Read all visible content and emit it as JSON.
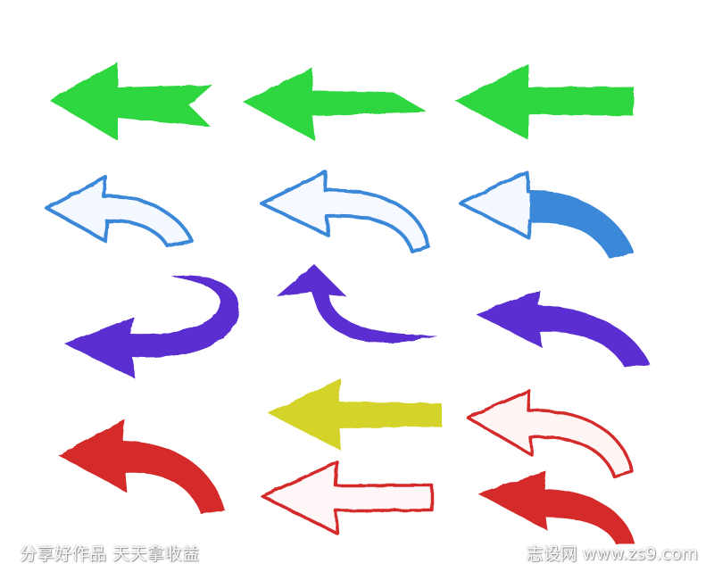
{
  "colors": {
    "green": "#2ed640",
    "blue": "#3a88d8",
    "purple": "#5a2fd0",
    "yellow": "#d3d329",
    "red": "#d42b2b",
    "background": "#ffffff"
  },
  "arrows": [
    {
      "name": "green-arrow-notched",
      "color": "green",
      "style": "filled-straight"
    },
    {
      "name": "green-arrow-brush",
      "color": "green",
      "style": "filled-straight"
    },
    {
      "name": "green-arrow-plain",
      "color": "green",
      "style": "filled-straight"
    },
    {
      "name": "blue-outline-curved-1",
      "color": "blue",
      "style": "outline-curved"
    },
    {
      "name": "blue-outline-curved-2",
      "color": "blue",
      "style": "outline-curved"
    },
    {
      "name": "blue-outline-curved-3",
      "color": "blue",
      "style": "outline-curved"
    },
    {
      "name": "purple-hook-arrow",
      "color": "purple",
      "style": "filled-curved"
    },
    {
      "name": "purple-up-curve-arrow",
      "color": "purple",
      "style": "filled-curved"
    },
    {
      "name": "purple-curved-arrow",
      "color": "purple",
      "style": "filled-curved"
    },
    {
      "name": "yellow-arrow",
      "color": "yellow",
      "style": "filled-straight"
    },
    {
      "name": "red-outline-curved",
      "color": "red",
      "style": "outline-curved"
    },
    {
      "name": "red-curved-arrow-left",
      "color": "red",
      "style": "filled-curved"
    },
    {
      "name": "red-outline-straight",
      "color": "red",
      "style": "outline-straight"
    },
    {
      "name": "red-curved-arrow-right",
      "color": "red",
      "style": "filled-curved"
    }
  ],
  "watermark": {
    "left_text": "分享好作品 天天拿收益",
    "right_site": "志设网",
    "right_url": "www.zs9.com"
  }
}
